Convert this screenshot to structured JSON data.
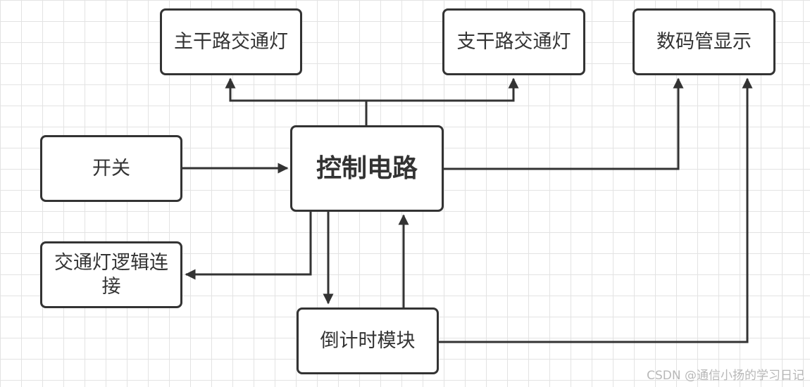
{
  "nodes": {
    "main_road_light": "主干路交通灯",
    "branch_road_light": "支干路交通灯",
    "digital_display": "数码管显示",
    "switch": "开关",
    "control_circuit": "控制电路",
    "light_logic": "交通灯逻辑连接",
    "countdown": "倒计时模块"
  },
  "edges": [
    {
      "from": "control_circuit",
      "to": "main_road_light"
    },
    {
      "from": "control_circuit",
      "to": "branch_road_light"
    },
    {
      "from": "control_circuit",
      "to": "digital_display"
    },
    {
      "from": "switch",
      "to": "control_circuit"
    },
    {
      "from": "control_circuit",
      "to": "light_logic"
    },
    {
      "from": "control_circuit",
      "to": "countdown"
    },
    {
      "from": "countdown",
      "to": "control_circuit"
    },
    {
      "from": "countdown",
      "to": "digital_display"
    }
  ],
  "watermark": "CSDN @通信小扬的学习日记",
  "colors": {
    "stroke": "#333333",
    "grid": "#e3e3e3",
    "watermark": "#b8b8b8"
  }
}
